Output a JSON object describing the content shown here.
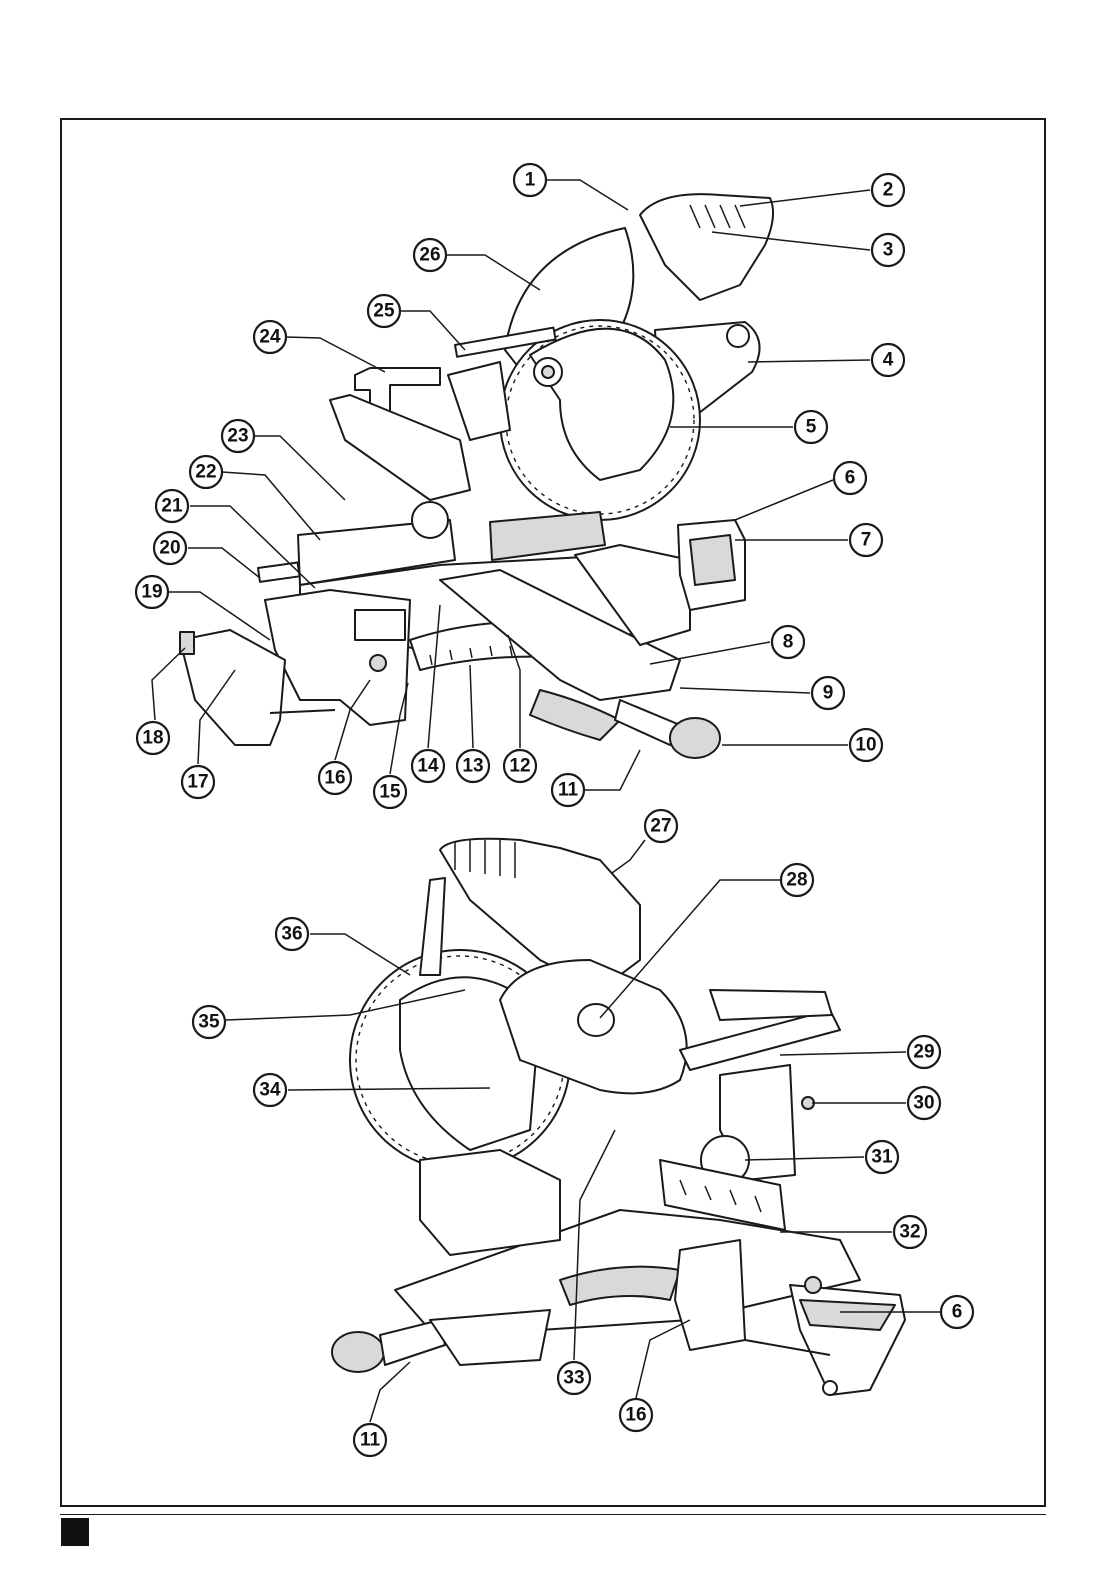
{
  "figure": {
    "callouts_top": [
      "1",
      "2",
      "3",
      "4",
      "5",
      "6",
      "7",
      "8",
      "9",
      "10",
      "11",
      "12",
      "13",
      "14",
      "15",
      "16",
      "17",
      "18",
      "19",
      "20",
      "21",
      "22",
      "23",
      "24",
      "25",
      "26"
    ],
    "callouts_bottom": [
      "27",
      "28",
      "29",
      "30",
      "31",
      "32",
      "6",
      "16",
      "33",
      "11",
      "34",
      "35",
      "36"
    ]
  },
  "colors": {
    "line": "#1a1a1a",
    "fill": "#ffffff",
    "shade": "#d9d9d9"
  }
}
